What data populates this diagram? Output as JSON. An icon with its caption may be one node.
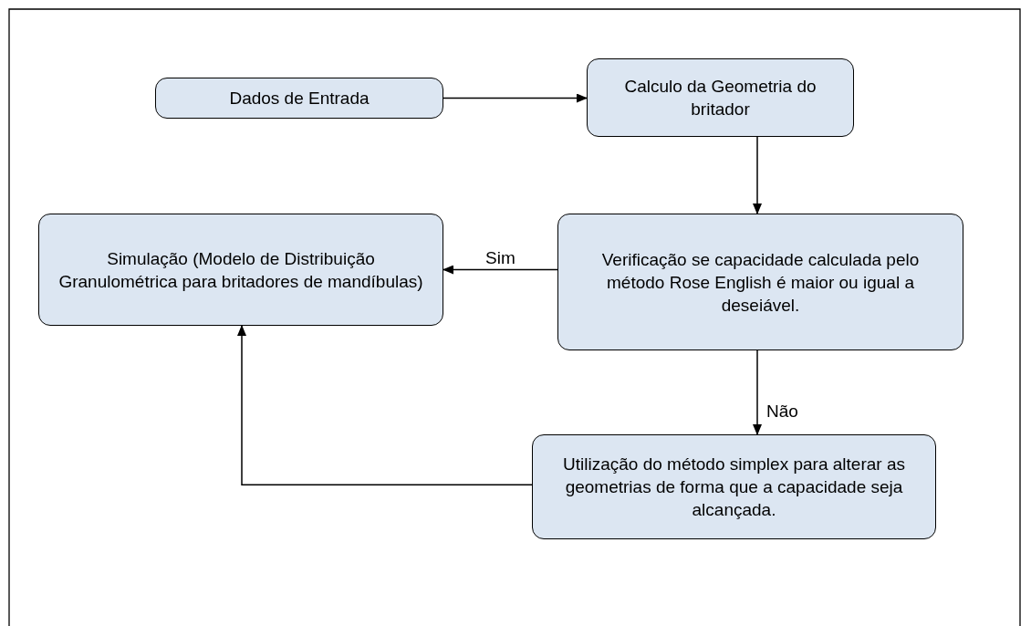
{
  "diagram": {
    "nodes": [
      {
        "text": [
          "Dados de Entrada"
        ]
      },
      {
        "text": [
          "Calculo da Geometria do britador"
        ]
      },
      {
        "text": [
          "Simulação (Modelo de Distribuição Granulométrica para britadores de mandíbulas)"
        ]
      },
      {
        "text": [
          "Verificação se capacidade calculada pelo método Rose English é maior ou igual a deseiável."
        ]
      },
      {
        "text": [
          "Utilização do método simplex para alterar as geometrias de forma que a capacidade seja alcançada."
        ]
      }
    ],
    "edges": [
      {
        "from": 0,
        "to": 1,
        "arrow": "to"
      },
      {
        "from": 1,
        "to": 3,
        "arrow": "to"
      },
      {
        "from": 3,
        "to": 2,
        "arrow": "to",
        "label": "Sim"
      },
      {
        "from": 3,
        "to": 4,
        "arrow": "to",
        "label": "Não"
      },
      {
        "from": 4,
        "to": 2,
        "arrow": "to"
      }
    ]
  }
}
